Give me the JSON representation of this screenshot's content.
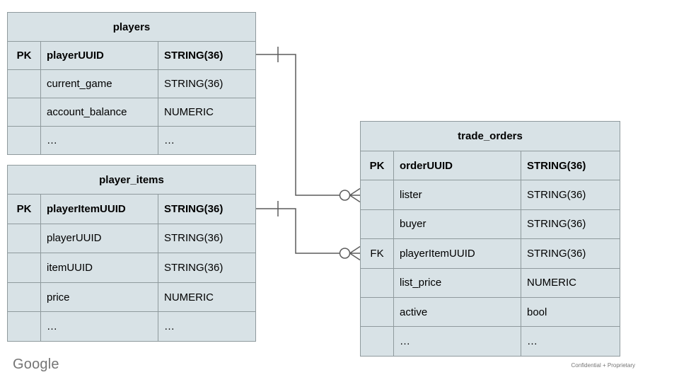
{
  "slide": {
    "footer_logo": "Google",
    "footer_note": "Confidential + Proprietary"
  },
  "colors": {
    "table_fill": "#d8e2e6",
    "table_border": "#8f9a9d",
    "connector": "#5c5c5c",
    "text": "#000000",
    "footer_gray": "#757575"
  },
  "tables": [
    {
      "id": "players",
      "title": "players",
      "rows": [
        {
          "key": "PK",
          "name": "playerUUID",
          "type": "STRING(36)",
          "bold": true
        },
        {
          "key": "",
          "name": "current_game",
          "type": "STRING(36)",
          "bold": false
        },
        {
          "key": "",
          "name": "account_balance",
          "type": "NUMERIC",
          "bold": false
        },
        {
          "key": "",
          "name": "…",
          "type": "…",
          "bold": false
        }
      ]
    },
    {
      "id": "player_items",
      "title": "player_items",
      "rows": [
        {
          "key": "PK",
          "name": "playerItemUUID",
          "type": "STRING(36)",
          "bold": true
        },
        {
          "key": "",
          "name": "playerUUID",
          "type": "STRING(36)",
          "bold": false
        },
        {
          "key": "",
          "name": "itemUUID",
          "type": "STRING(36)",
          "bold": false
        },
        {
          "key": "",
          "name": "price",
          "type": "NUMERIC",
          "bold": false
        },
        {
          "key": "",
          "name": "…",
          "type": "…",
          "bold": false
        }
      ]
    },
    {
      "id": "trade_orders",
      "title": "trade_orders",
      "rows": [
        {
          "key": "PK",
          "name": "orderUUID",
          "type": "STRING(36)",
          "bold": true
        },
        {
          "key": "",
          "name": "lister",
          "type": "STRING(36)",
          "bold": false
        },
        {
          "key": "",
          "name": "buyer",
          "type": "STRING(36)",
          "bold": false
        },
        {
          "key": "FK",
          "name": "playerItemUUID",
          "type": "STRING(36)",
          "bold": false
        },
        {
          "key": "",
          "name": "list_price",
          "type": "NUMERIC",
          "bold": false
        },
        {
          "key": "",
          "name": "active",
          "type": "bool",
          "bold": false
        },
        {
          "key": "",
          "name": "…",
          "type": "…",
          "bold": false
        }
      ]
    }
  ],
  "relationships": [
    {
      "from_table": "players",
      "from_field": "playerUUID",
      "to_table": "trade_orders",
      "to_field": "lister",
      "from_cardinality": "one",
      "to_cardinality": "zero-or-many"
    },
    {
      "from_table": "player_items",
      "from_field": "playerItemUUID",
      "to_table": "trade_orders",
      "to_field": "playerItemUUID",
      "from_cardinality": "one",
      "to_cardinality": "zero-or-many"
    }
  ]
}
